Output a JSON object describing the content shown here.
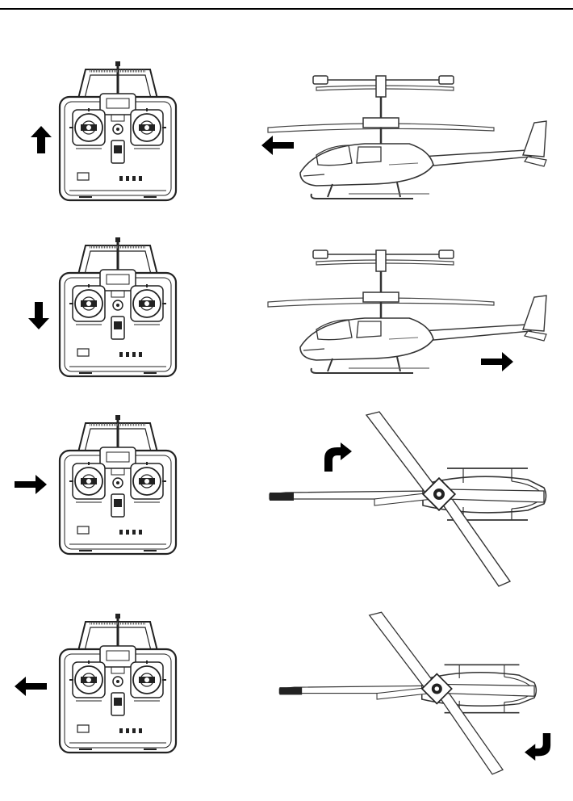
{
  "colors": {
    "ink": "#000000",
    "line": "#3a3a3a",
    "light": "#8a8a8a",
    "paper": "#ffffff"
  },
  "rows": [
    {
      "step": "forward",
      "stick_arrow": "arrow-up-icon",
      "motion_arrow": "arrow-left-icon",
      "helicopter_view": "side"
    },
    {
      "step": "backward",
      "stick_arrow": "arrow-down-icon",
      "motion_arrow": "arrow-right-icon",
      "helicopter_view": "side"
    },
    {
      "step": "turn-right",
      "stick_arrow": "arrow-right-icon",
      "motion_arrow": "curved-arrow-right-icon",
      "helicopter_view": "top"
    },
    {
      "step": "turn-left",
      "stick_arrow": "arrow-left-icon",
      "motion_arrow": "curved-arrow-down-up-icon",
      "helicopter_view": "top"
    }
  ]
}
